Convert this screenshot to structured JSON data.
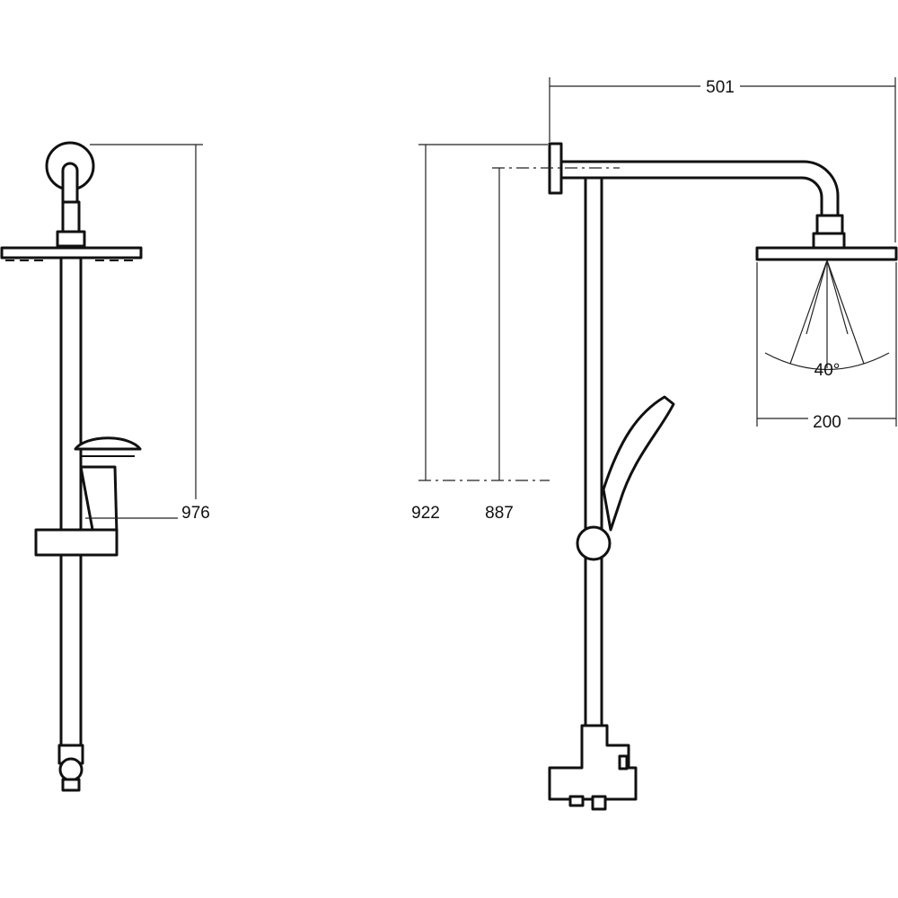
{
  "drawing": {
    "front_view": {
      "height_total": "976"
    },
    "side_view": {
      "height_to_arm": "922",
      "height_to_axis": "887",
      "arm_projection": "501",
      "head_diameter": "200",
      "spray_angle": "40°"
    }
  }
}
